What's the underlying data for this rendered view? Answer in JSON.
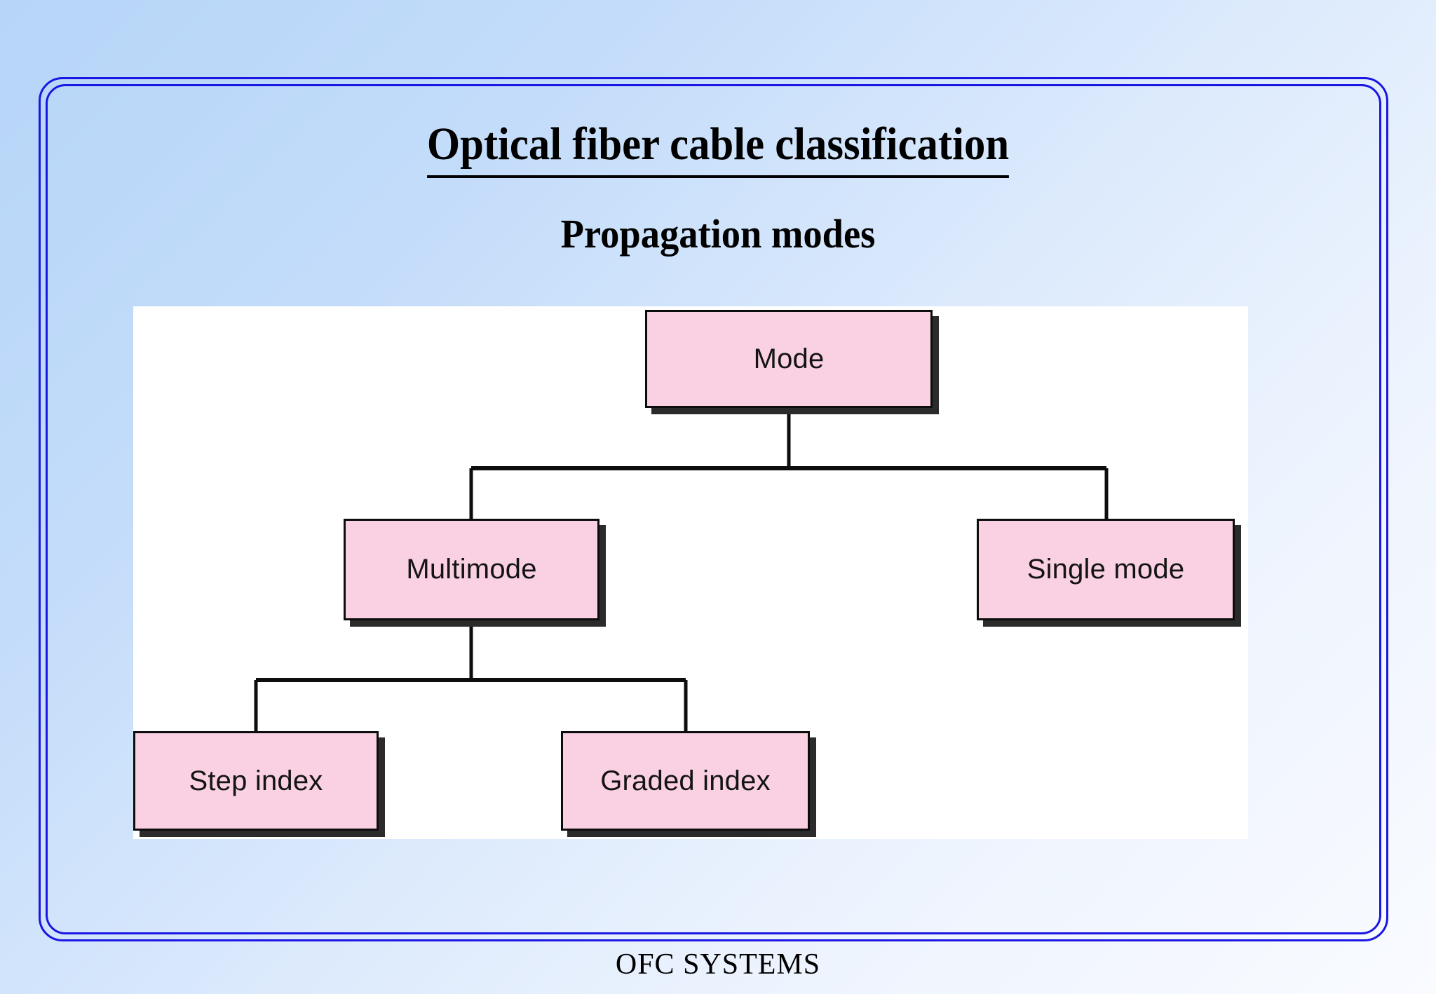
{
  "slide": {
    "title": "Optical fiber cable classification",
    "subtitle": "Propagation modes",
    "footer": "OFC SYSTEMS"
  },
  "theme": {
    "background_start": "#b6d5f8",
    "background_end": "#f9fbff",
    "frame_color": "#1a16e3",
    "panel_color": "#ffffff",
    "node_fill": "#fad0e3",
    "node_border": "#0d0d0d",
    "node_shadow": "#2b2b2b",
    "connector_color": "#0d0d0d",
    "text_color": "#000000"
  },
  "chart_data": {
    "type": "diagram",
    "title": "Propagation modes",
    "layout": "tree",
    "nodes": [
      {
        "id": "mode",
        "label": "Mode",
        "level": 0,
        "parent": null
      },
      {
        "id": "multimode",
        "label": "Multimode",
        "level": 1,
        "parent": "mode"
      },
      {
        "id": "singlemode",
        "label": "Single mode",
        "level": 1,
        "parent": "mode"
      },
      {
        "id": "stepindex",
        "label": "Step index",
        "level": 2,
        "parent": "multimode"
      },
      {
        "id": "gradedindex",
        "label": "Graded index",
        "level": 2,
        "parent": "multimode"
      }
    ],
    "edges": [
      {
        "from": "mode",
        "to": "multimode"
      },
      {
        "from": "mode",
        "to": "singlemode"
      },
      {
        "from": "multimode",
        "to": "stepindex"
      },
      {
        "from": "multimode",
        "to": "gradedindex"
      }
    ]
  }
}
